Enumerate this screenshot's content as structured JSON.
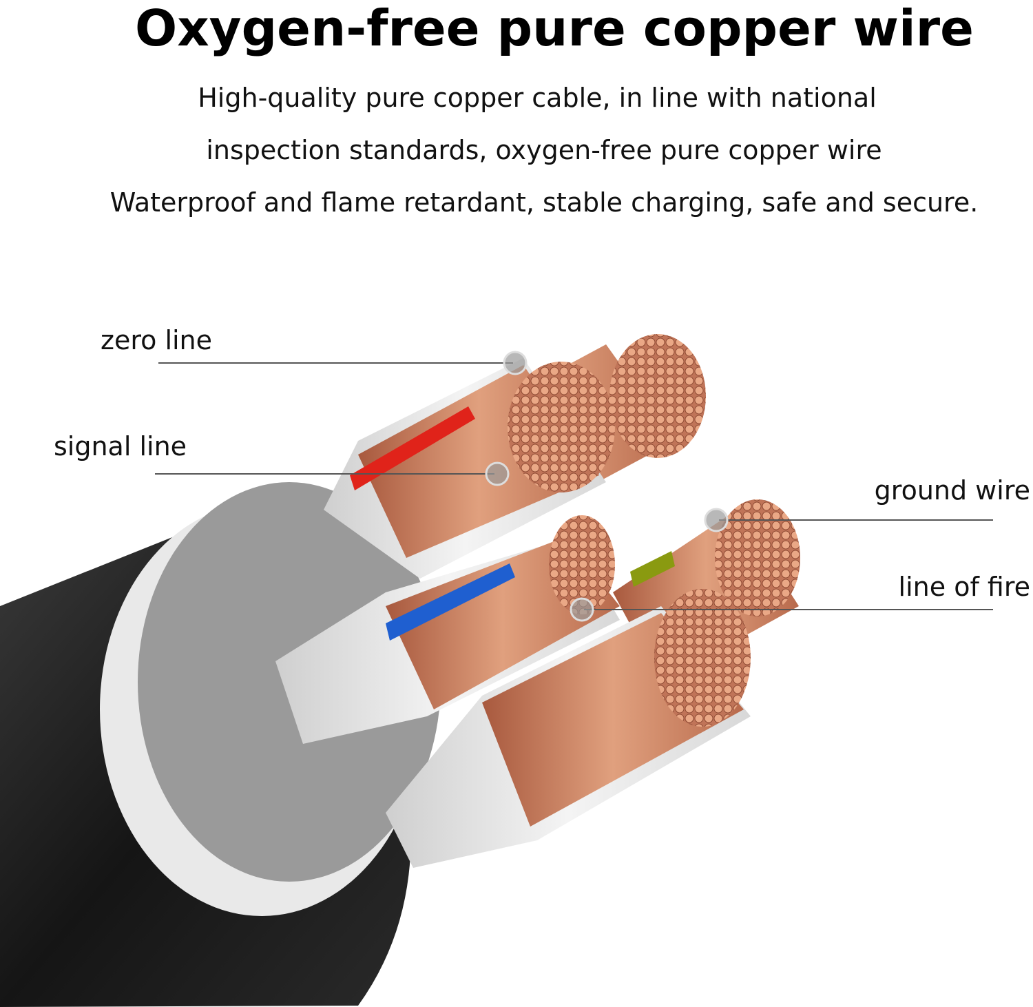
{
  "header": {
    "title": "Oxygen-free pure copper wire",
    "lines": [
      "High-quality pure copper cable, in line with national",
      "inspection standards, oxygen-free pure copper wire",
      "Waterproof and flame retardant, stable charging, safe and secure."
    ]
  },
  "callouts": {
    "zero_line": "zero line",
    "signal_line": "signal line",
    "ground_wire": "ground wire",
    "line_of_fire": "line of fire"
  },
  "colors": {
    "copper": "#d9906c",
    "copper_dark": "#a8593e",
    "sheath": "#1c1c1c",
    "insulation": "#e6e6e6",
    "filler": "#8a8a8a",
    "stripe_red": "#e0231a",
    "stripe_blue": "#1f5fd0",
    "stripe_green": "#8a9a10"
  }
}
